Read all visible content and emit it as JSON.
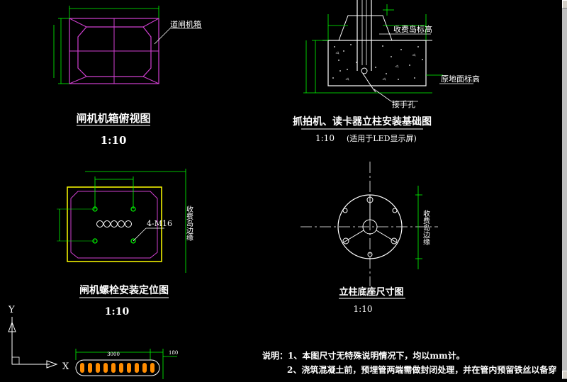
{
  "drawing": {
    "gate_box_top_view": {
      "title": "闸机机箱俯视图",
      "scale": "1:10",
      "leader_label": "道闸机箱"
    },
    "column_foundation": {
      "title": "抓拍机、读卡器立柱安装基础图",
      "scale": "1:10",
      "note": "(适用于LED显示屏)",
      "label_island_elevation": "收费岛标高",
      "label_ground_elevation": "原地面标高",
      "label_hand_hole": "接手孔"
    },
    "bolt_layout": {
      "title": "闸机螺栓安装定位图",
      "scale": "1:10",
      "bolt_label": "4-M16",
      "side_label": "收费岛边缘"
    },
    "column_base": {
      "title": "立柱底座尺寸图",
      "scale": "1:10",
      "side_label": "收费岛边缘"
    },
    "notes": {
      "line1": "说明：1、本图尺寸无特殊说明情况下，均以mm计。",
      "line2": "2、浇筑混凝土前，预埋管两端需做封闭处理，并在管内预留铁丝以备穿"
    },
    "ucs": {
      "x_label": "X",
      "y_label": "Y"
    },
    "strip": {
      "dim_left": "3000",
      "dim_right": "180"
    }
  },
  "colors": {
    "background": "#000000",
    "magenta": "#d040d0",
    "green": "#00ff00",
    "white": "#ffffff",
    "yellow": "#ffff00",
    "orange": "#ff8c00"
  }
}
